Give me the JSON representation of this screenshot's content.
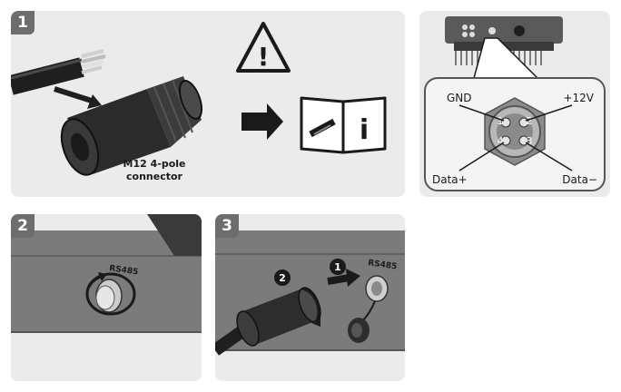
{
  "steps": {
    "s1": "1",
    "s2": "2",
    "s3": "3"
  },
  "connector": {
    "label_line1": "M12 4-pole",
    "label_line2": "connector"
  },
  "pinout": {
    "gnd": "GND",
    "v12": "+12V",
    "data_plus": "Data+",
    "data_minus": "Data−",
    "pin1": "1",
    "pin2": "2",
    "pin3": "3",
    "pin4": "4"
  },
  "port_label_2": "RS485",
  "port_label_3": "RS485",
  "callouts": {
    "c1": "1",
    "c2": "2"
  },
  "manual_icon_letter": "i",
  "warning_icon_glyph": "!"
}
